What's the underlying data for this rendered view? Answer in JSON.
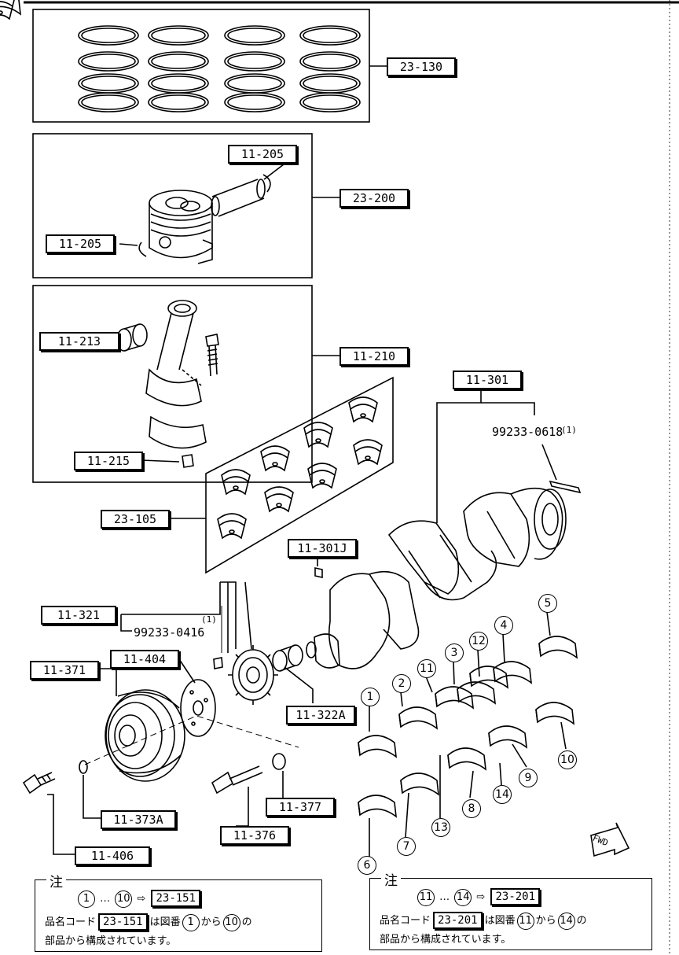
{
  "labels": {
    "piston_rings": "23-130",
    "piston_pin_clip_top": "11-205",
    "piston_pin_clip_left": "11-205",
    "piston_assy": "23-200",
    "conrod_bushing": "11-213",
    "conrod_assy": "11-210",
    "conrod_nut": "11-215",
    "crankshaft": "11-301",
    "crank_bearings": "23-105",
    "crank_key": "11-301J",
    "timing_gear": "11-321",
    "timing_plate": "11-404",
    "pulley": "11-371",
    "spacer": "11-322A",
    "bolt": "11-406",
    "washer": "11-373A",
    "pulley_bolt": "11-376",
    "pulley_washer": "11-377"
  },
  "texts": {
    "pin_crank": "99233-0618",
    "pin_crank_qty": "(1)",
    "pin_gear": "99233-0416",
    "pin_gear_qty": "(1)",
    "fwd": "FWD"
  },
  "bearing_numbers": [
    "1",
    "2",
    "3",
    "4",
    "5",
    "6",
    "7",
    "8",
    "9",
    "10",
    "11",
    "12",
    "13",
    "14"
  ],
  "note_left": {
    "title": "注",
    "from": "1",
    "dots": "…",
    "to": "10",
    "code": "23-151",
    "line2_prefix": "品名コード",
    "line2_code": "23-151",
    "line2_mid": "は図番",
    "line2_from": "1",
    "line2_kara": "から",
    "line2_to": "10",
    "line2_no": "の",
    "line3": "部品から構成されています。"
  },
  "note_right": {
    "title": "注",
    "from": "11",
    "dots": "…",
    "to": "14",
    "code": "23-201",
    "line2_prefix": "品名コード",
    "line2_code": "23-201",
    "line2_mid": "は図番",
    "line2_from": "11",
    "line2_kara": "から",
    "line2_to": "14",
    "line2_no": "の",
    "line3": "部品から構成されています。"
  }
}
